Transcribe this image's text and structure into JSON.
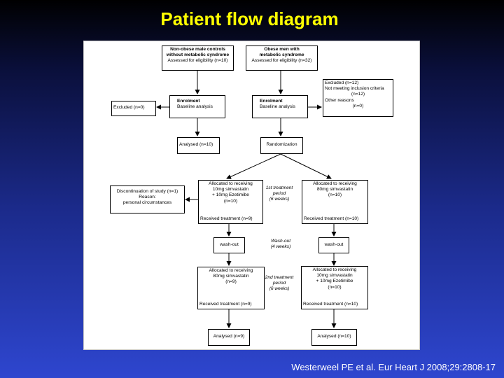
{
  "title": "Patient flow diagram",
  "citation": "Westerweel PE et al. Eur Heart J 2008;29:2808-17",
  "boxes": {
    "controls": [
      "Non-obese male controls",
      "without metabolic syndrome",
      "Assessed for eligibility (n=10)"
    ],
    "obese": [
      "Obese men with",
      "metabolic syndrome",
      "Assessed for eligibility (n=32)"
    ],
    "enrol_left": [
      "Enrolment",
      "Baseline analysis"
    ],
    "enrol_right": [
      "Enrolment",
      "Baseline analysis"
    ],
    "excluded_left": "Excluded (n=0)",
    "excluded_right": [
      "Excluded (n=12)",
      "Not meeting inclusion criteria",
      "(n=12)",
      "Other reasons",
      "(n=0)"
    ],
    "analysed_controls": "Analysed (n=10)",
    "randomization": "Randomization",
    "discontinuation": [
      "Discontinuation of study (n=1)",
      "Reason:",
      "personal circumstances"
    ],
    "alloc1_left": [
      "Allocated to receiving",
      "10mg simvastatin",
      "+ 10mg Ezetimibe",
      "(n=10)"
    ],
    "received1_left": "Received treatment (n=9)",
    "alloc1_right": [
      "Allocated to receiving",
      "80mg simvastatin",
      "(n=10)"
    ],
    "received1_right": "Received treatment (n=10)",
    "washout_left": "wash-out",
    "washout_right": "wash-out",
    "alloc2_left": [
      "Allocated to receiving",
      "80mg simvastatin",
      "(n=9)"
    ],
    "received2_left": "Received treatment (n=9)",
    "alloc2_right": [
      "Allocated to receiving",
      "10mg simvastatin",
      "+ 10mg Ezetimibe",
      "(n=10)"
    ],
    "received2_right": "Received treatment (n=10)",
    "analysed_left": "Analysed (n=9)",
    "analysed_right": "Analysed (n=10)"
  },
  "notes": {
    "period1": [
      "1st treatment",
      "period",
      "(6 weeks)"
    ],
    "washout": [
      "Wash-out",
      "(4 weeks)"
    ],
    "period2": [
      "2nd treatment",
      "period",
      "(6 weeks)"
    ]
  }
}
